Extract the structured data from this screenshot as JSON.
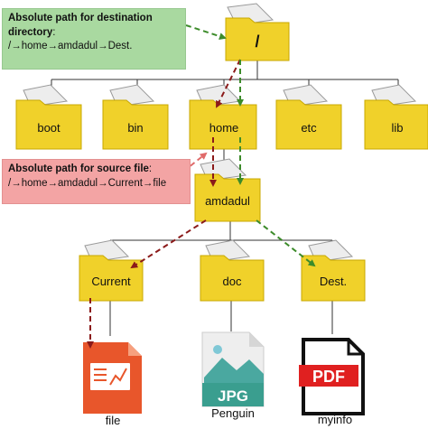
{
  "destination_box": {
    "title": "Absolute path for destination directory",
    "colon": ":",
    "path": "/→home→amdadul→Dest."
  },
  "source_box": {
    "title": "Absolute path for source file",
    "colon": ":",
    "path": "/→home→amdadul→Current→file"
  },
  "folders": {
    "root": "/",
    "boot": "boot",
    "bin": "bin",
    "home": "home",
    "etc": "etc",
    "lib": "lib",
    "amdadul": "amdadul",
    "current": "Current",
    "doc": "doc",
    "dest": "Dest."
  },
  "files": {
    "file": {
      "name": "file"
    },
    "penguin": {
      "name": "Penguin",
      "badge": "JPG"
    },
    "myinfo": {
      "name": "myinfo",
      "badge": "PDF"
    }
  },
  "colors": {
    "folder_fill": "#f0d12a",
    "folder_stroke": "#c8a800",
    "source_arrow": "#8b1a1a",
    "destination_arrow": "#3c8b2a",
    "tree_line": "#333333"
  }
}
